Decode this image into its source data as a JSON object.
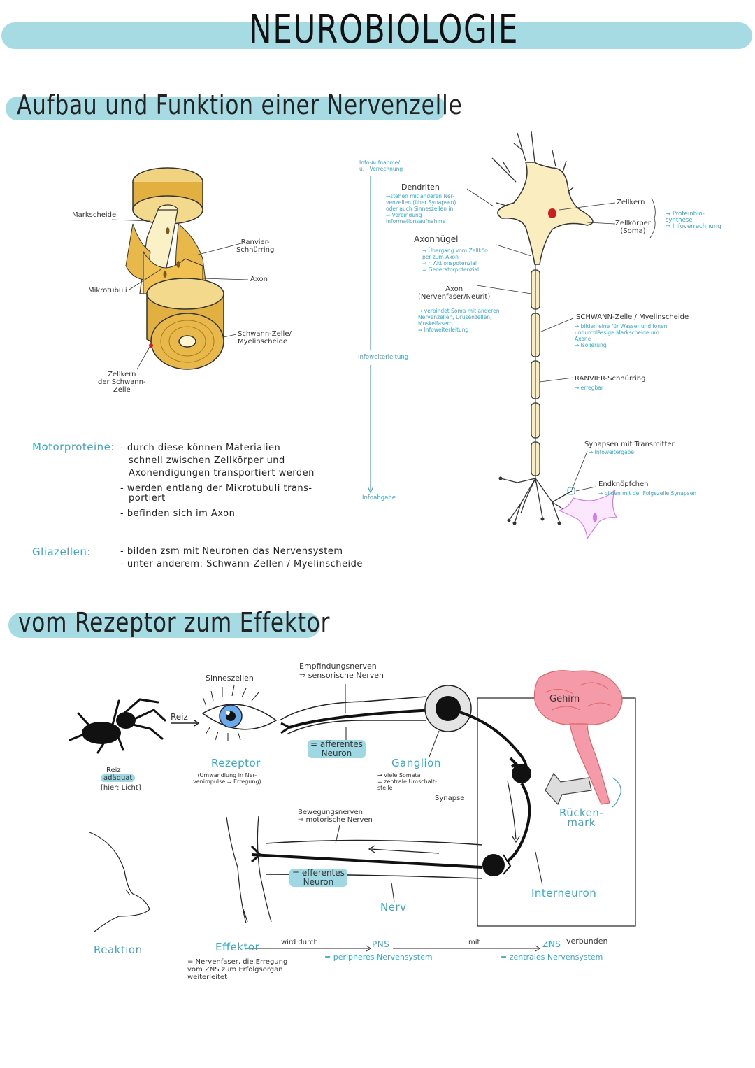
{
  "title": "NEUROBIOLOGIE",
  "section1": {
    "heading": "Aufbau und Funktion einer Nervenzelle",
    "cyl_labels": {
      "markscheide": "Markscheide",
      "ranvier": "Ranvier-\nSchnürring",
      "axon": "Axon",
      "mikrotubuli": "Mikrotubuli",
      "schwann": "Schwann-Zelle/\nMyelinscheide",
      "zellkern": "Zellkern\nder Schwann-\nZelle"
    },
    "neuron_left": {
      "info_aufnahme": "Info-Aufnahme/\nu. - Verrechnung",
      "dendriten_title": "Dendriten",
      "dendriten_text": "→stehen mit anderen Ner-\nvenzellen (über Synapsen)\noder auch Sinneszellen in\n⇒ Verbindung\nInformationsaufnahme",
      "axonhuegel_title": "Axonhügel",
      "axonhuegel_text": "→ Übergang vom Zellkör-\nper zum Axon\n⇒ r. Aktionspotenzial\n= Generatorpotenzial",
      "axon_title": "Axon\n(Nervenfaser/Neurit)",
      "axon_text": "→ verbindet Soma mit anderen\nNervenzellen, Drüsenzellen,\nMuskelfasern\n⇒ Infoweiterleitung",
      "infoweiterleitung": "Infoweiterleitung",
      "infoabgabe": "Infoabgabe"
    },
    "neuron_right": {
      "zellkern": "Zellkern",
      "zellkoerper": "Zellkörper\n(Soma)",
      "zellkern_notes": "→ Proteinbio-\nsynthese\n⇒ Infoverrechnung",
      "schwann_title": "SCHWANN-Zelle / Myelinscheide",
      "schwann_text": "→ bilden eine für Wasser und Ionen\nundurchlässige Markscheide um\nAxone\n→ Isolierung",
      "ranvier_title": "RANVIER-Schnürring",
      "ranvier_text": "→ erregbar",
      "synapsen_title": "Synapsen mit Transmitter",
      "synapsen_text": "→ Infoweitergabe",
      "endknoepfchen_title": "Endknöpfchen",
      "endknoepfchen_text": "→ bilden mit der Folgezelle Synapsen"
    },
    "motorproteine_label": "Motorproteine:",
    "motorproteine_lines": [
      "- durch diese können Materialien",
      "schnell zwischen Zellkörper und",
      "Axonendigungen transportiert werden",
      "- werden entlang der Mikrotubuli trans-",
      "portiert",
      "- befinden sich im Axon"
    ],
    "gliazellen_label": "Gliazellen:",
    "gliazellen_lines": [
      "- bilden zsm mit Neuronen das Nervensystem",
      "- unter anderem: Schwann-Zellen / Myelinscheide"
    ]
  },
  "section2": {
    "heading": "vom Rezeptor zum Effektor",
    "sinneszellen": "Sinneszellen",
    "reiz_arrow": "Reiz",
    "reiz_label": "Reiz",
    "reiz_adaequat": "adäquat",
    "reiz_hier": "[hier: Licht]",
    "empfindungsnerven": "Empfindungsnerven\n⇒ sensorische Nerven",
    "afferentes": "= afferentes\nNeuron",
    "rezeptor": "Rezeptor",
    "rezeptor_text": "(Umwandlung in Ner-\nvenimpulse ⇒ Erregung)",
    "ganglion": "Ganglion",
    "ganglion_text": "→ viele Somata\n= zentrale Umschalt-\nstelle",
    "synapse": "Synapse",
    "gehirn": "Gehirn",
    "rueckenmark": "Rücken-\nmark",
    "bewegungsnerven": "Bewegungsnerven\n⇒ motorische Nerven",
    "efferentes": "= efferentes\nNeuron",
    "nerv": "Nerv",
    "interneuron": "Interneuron",
    "reaktion": "Reaktion",
    "effektor": "Effektor",
    "wird_durch": "wird durch",
    "pns": "PNS",
    "mit": "mit",
    "zns": "ZNS",
    "verbunden": "verbunden",
    "effektor_text": "= Nervenfaser, die Erregung\nvom ZNS zum Erfolgsorgan\nweiterleitet",
    "pns_text": "= peripheres Nervensystem",
    "zns_text": "= zentrales Nervensystem"
  },
  "colors": {
    "accent": "#9fd8e2",
    "teal": "#3aa7c2",
    "myelin": "#e2b040",
    "cell": "#faeec0",
    "nucleus": "#c8201e",
    "brain": "#f49aa8"
  }
}
